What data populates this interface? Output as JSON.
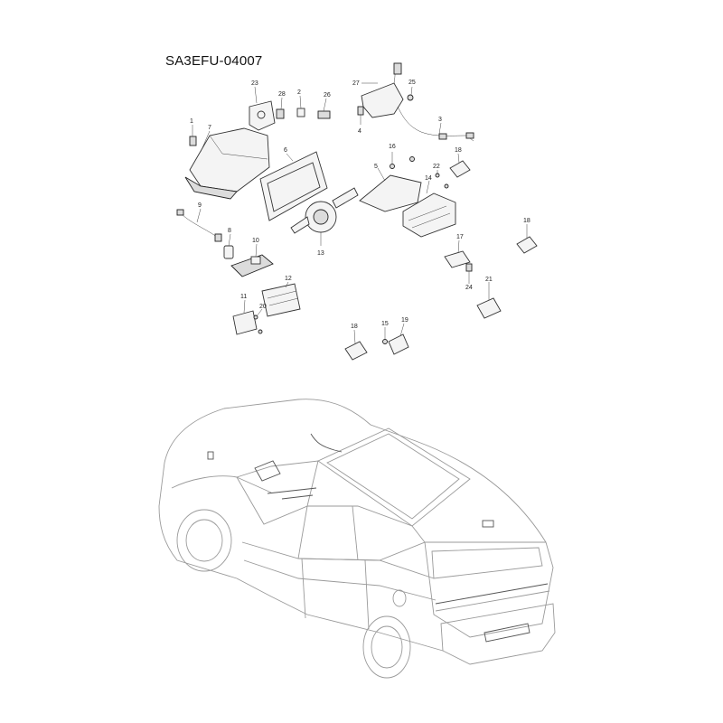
{
  "diagram": {
    "code": "SA3EFU-04007",
    "callouts": [
      "1",
      "2",
      "3",
      "4",
      "5",
      "6",
      "7",
      "8",
      "9",
      "10",
      "11",
      "12",
      "13",
      "14",
      "15",
      "16",
      "17",
      "18",
      "18",
      "18",
      "19",
      "20",
      "21",
      "22",
      "23",
      "24",
      "25",
      "26",
      "27",
      "28"
    ]
  }
}
